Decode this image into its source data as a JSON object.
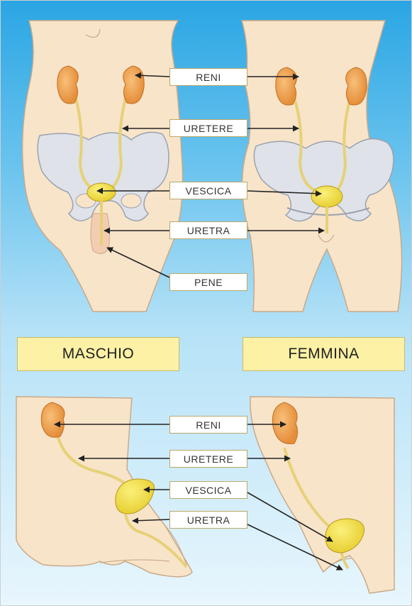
{
  "titles": {
    "male": "MASCHIO",
    "female": "FEMMINA"
  },
  "front_labels": {
    "reni": "RENI",
    "uretere": "URETERE",
    "vescica": "VESCICA",
    "uretra": "URETRA",
    "pene": "PENE"
  },
  "side_labels": {
    "reni": "RENI",
    "uretere": "URETERE",
    "vescica": "VESCICA",
    "uretra": "URETRA"
  },
  "colors": {
    "skin": "#f8e4c9",
    "kidney": "#f0a24c",
    "bladder": "#f3e04e",
    "ureter": "#e6d177",
    "bone": "#dfe2e8",
    "label_bg": "#ffffff",
    "title_bg": "#fdf1a5"
  }
}
